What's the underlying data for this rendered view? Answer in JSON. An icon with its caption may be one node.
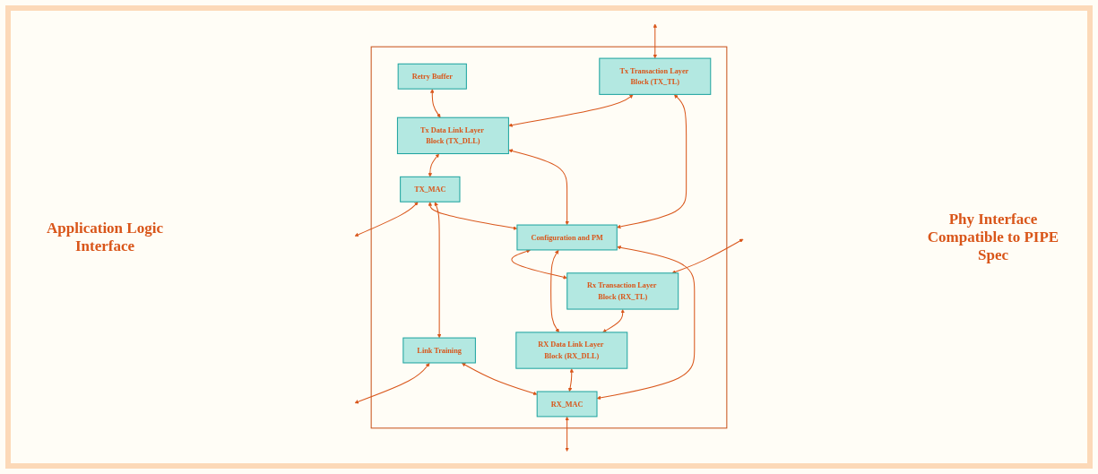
{
  "diagram": {
    "nodes": [
      {
        "text": [],
        "shape": "box"
      },
      {
        "text": [
          "Retry Buffer"
        ],
        "in": 0
      },
      {
        "text": [
          "Tx Transaction Layer Block (TX_TL)"
        ],
        "in": 0
      },
      {
        "text": [
          "Tx Data Link Layer Block (TX_DLL)"
        ],
        "in": 0
      },
      {
        "text": [
          "TX_MAC"
        ],
        "in": 0
      },
      {
        "text": [
          "Configuration and PM"
        ],
        "in": 0
      },
      {
        "text": [
          "Link Training"
        ],
        "in": 0
      },
      {
        "text": [
          "Rx Transaction Layer Block (RX_TL)"
        ],
        "in": 0
      },
      {
        "text": [
          "RX Data Link Layer Block (RX_DLL)"
        ],
        "in": 0
      },
      {
        "text": [
          "RX_MAC"
        ],
        "in": 0
      }
    ],
    "edges": [
      {
        "from": 1,
        "to": 3,
        "arrow": "both"
      },
      {
        "from": null,
        "to": 2,
        "arrow": "both"
      },
      {
        "from": 2,
        "to": 3,
        "arrow": "both"
      },
      {
        "from": 3,
        "to": 4,
        "arrow": "both"
      },
      {
        "from": 4,
        "to": null,
        "arrow": "both"
      },
      {
        "from": 2,
        "to": 5,
        "arrow": "both"
      },
      {
        "from": 3,
        "to": 5,
        "arrow": "both"
      },
      {
        "from": 4,
        "to": 5,
        "arrow": "both"
      },
      {
        "from": 4,
        "to": 6,
        "arrow": "both"
      },
      {
        "from": 6,
        "to": null,
        "arrow": "both"
      },
      {
        "from": 5,
        "to": 7,
        "arrow": "both"
      },
      {
        "from": 5,
        "to": 8,
        "arrow": "both"
      },
      {
        "from": 5,
        "to": 9,
        "arrow": "both"
      },
      {
        "from": 6,
        "to": 9,
        "arrow": "both"
      },
      {
        "from": null,
        "to": 7,
        "arrow": "both"
      },
      {
        "from": 7,
        "to": 8,
        "arrow": "both"
      },
      {
        "from": 8,
        "to": 9,
        "arrow": "both"
      },
      {
        "from": 9,
        "to": null,
        "arrow": "both"
      }
    ],
    "labels": [
      "Application Logic Interface",
      "Phy Interface Compatible to PIPE Spec"
    ]
  }
}
